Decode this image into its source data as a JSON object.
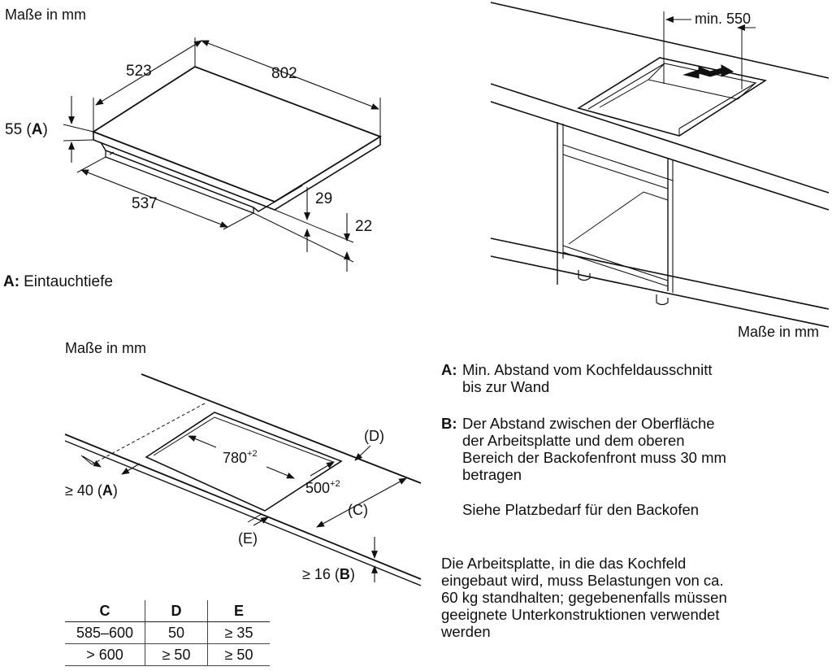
{
  "panel1": {
    "units": "Maße in mm",
    "dims": {
      "depth": "523",
      "width": "802",
      "height_prefix": "55 (",
      "height_key": "A",
      "height_suffix": ")",
      "cutout_width": "537",
      "step_upper": "29",
      "step_lower": "22"
    },
    "legend_key": "A:",
    "legend_text": "Eintauchtiefe"
  },
  "panel2": {
    "units": "Maße in mm",
    "min_label": "min. 550"
  },
  "panel3": {
    "units": "Maße in mm",
    "cutout_length": "780",
    "cutout_length_tol": "+2",
    "cutout_depth": "500",
    "cutout_depth_tol": "+2",
    "label_d": "(D)",
    "label_c": "(C)",
    "label_e": "(E)",
    "label_a_prefix": "≥ 40 (",
    "label_a_key": "A",
    "label_a_suffix": ")",
    "label_b_prefix": "≥ 16 (",
    "label_b_key": "B",
    "label_b_suffix": ")"
  },
  "table": {
    "headers": [
      "C",
      "D",
      "E"
    ],
    "rows": [
      [
        "585–600",
        "50",
        "≥ 35"
      ],
      [
        "> 600",
        "≥ 50",
        "≥ 50"
      ]
    ]
  },
  "notes": {
    "a_key": "A:",
    "a_text": "Min. Abstand vom Kochfeldausschnitt\nbis zur Wand",
    "b_key": "B:",
    "b_text": "Der Abstand zwischen der Oberfläche\nder Arbeitsplatte und dem oberen\nBereich der Backofenfront muss 30 mm\nbetragen",
    "b_extra": "Siehe Platzbedarf für den Backofen",
    "general": "Die Arbeitsplatte, in die das Kochfeld\neingebaut wird, muss Belastungen von ca.\n60 kg standhalten; gegebenenfalls müssen\ngeeignete Unterkonstruktionen verwendet\nwerden"
  }
}
